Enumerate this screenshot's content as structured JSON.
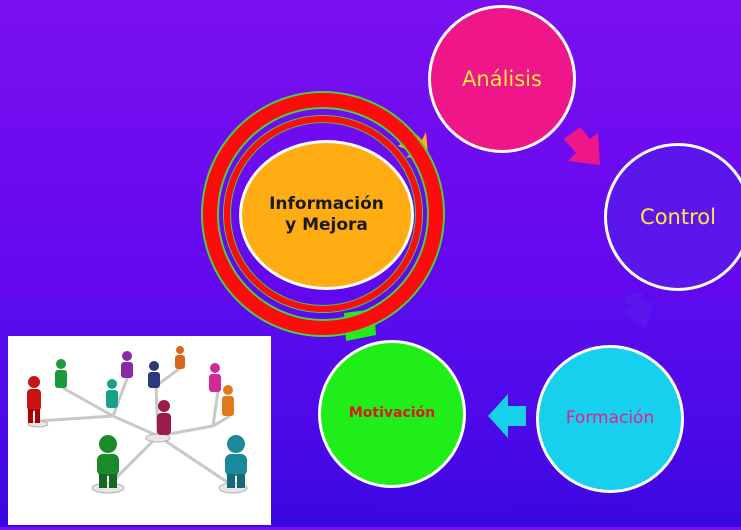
{
  "diagram": {
    "nodes": [
      {
        "id": "analisis",
        "label": "Análisis"
      },
      {
        "id": "control",
        "label": "Control"
      },
      {
        "id": "formacion",
        "label": "Formación"
      },
      {
        "id": "motivacion",
        "label": "Motivación"
      },
      {
        "id": "info",
        "label": "Información\ny Mejora"
      }
    ],
    "colors": {
      "background": "#6a0cf0",
      "analisis": "#ee1689",
      "control": "#5b16ee",
      "formacion": "#16d0ee",
      "motivacion": "#20ee18",
      "info": "#ffad12",
      "highlight_ring": "#ff0b0b",
      "label_yellow": "#ffe640"
    },
    "highlight": "info"
  },
  "photo": {
    "subject": "network of people figures"
  }
}
